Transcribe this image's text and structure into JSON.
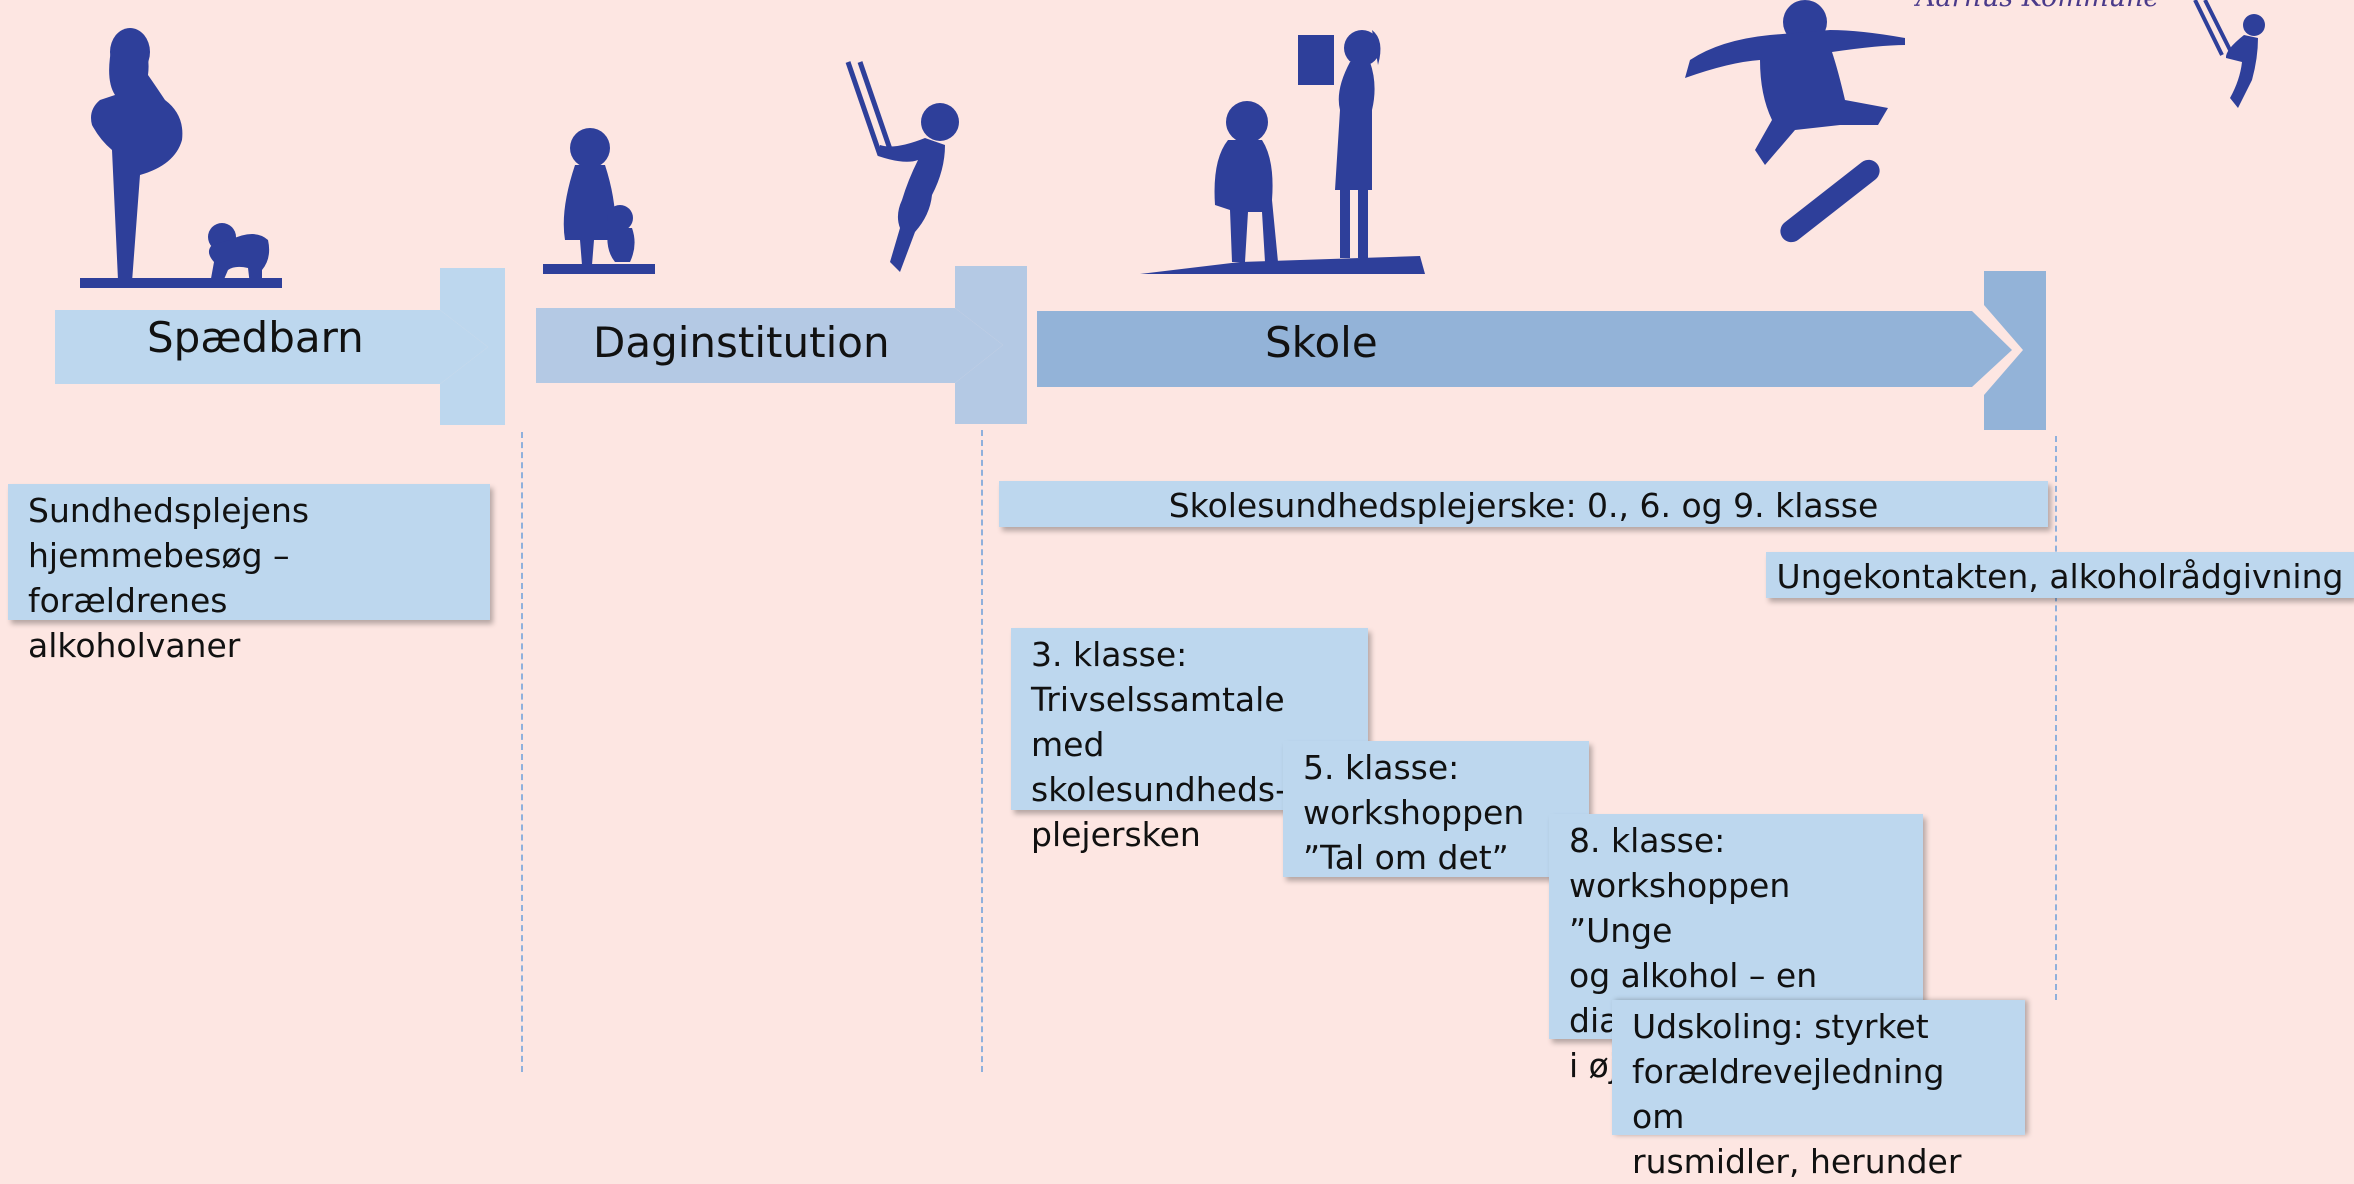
{
  "header": {
    "organization": "Aarhus Kommune"
  },
  "stages": [
    {
      "label": "Spædbarn"
    },
    {
      "label": "Daginstitution"
    },
    {
      "label": "Skole"
    }
  ],
  "boxes": {
    "sundhedsplejen": "Sundhedsplejens\nhjemmebesøg – forældrenes\nalkoholvaner",
    "skolesundhedsplejerske": "Skolesundhedsplejerske: 0., 6. og 9. klasse",
    "ungekontakten": "Ungekontakten, alkoholrådgivning",
    "klasse3": "3. klasse:\nTrivselssamtale med\nskolesundheds-\nplejersken",
    "klasse5": "5. klasse:\nworkshoppen\n”Tal om det”",
    "klasse8": "8. klasse:\nworkshoppen ”Unge\nog alkohol – en dialog\ni øjenhøjde”",
    "udskoling": "Udskoling: styrket\nforældrevejledning om\nrusmidler, herunder"
  },
  "colors": {
    "background": "#fde6e2",
    "silhouette": "#2e3f9a",
    "stage1": "#bdd7ee",
    "stage2": "#b4c9e4",
    "stage3": "#93b3d8",
    "box": "#bdd7ee"
  },
  "icons": [
    "pregnant-woman-icon",
    "crawling-baby-icon",
    "toddler-icon",
    "swinging-child-icon",
    "schoolchildren-icon",
    "skateboarder-icon",
    "swinging-girl-icon"
  ]
}
